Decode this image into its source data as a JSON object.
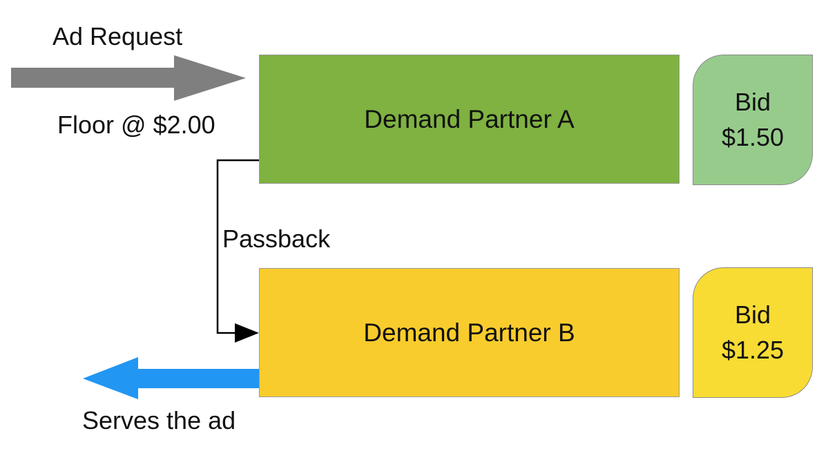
{
  "labels": {
    "ad_request": "Ad Request",
    "floor": "Floor @ $2.00",
    "passback": "Passback",
    "serves": "Serves the ad"
  },
  "partners": [
    {
      "name": "Demand Partner A",
      "bid_label": "Bid",
      "bid_value": "$1.50",
      "color": "#7fb241",
      "bid_color": "#97cb8c"
    },
    {
      "name": "Demand Partner B",
      "bid_label": "Bid",
      "bid_value": "$1.25",
      "color": "#f9cc2d",
      "bid_color": "#f8dc34"
    }
  ],
  "colors": {
    "request_arrow": "#7f7f7f",
    "serve_arrow": "#2196f3",
    "connector": "#000000"
  }
}
